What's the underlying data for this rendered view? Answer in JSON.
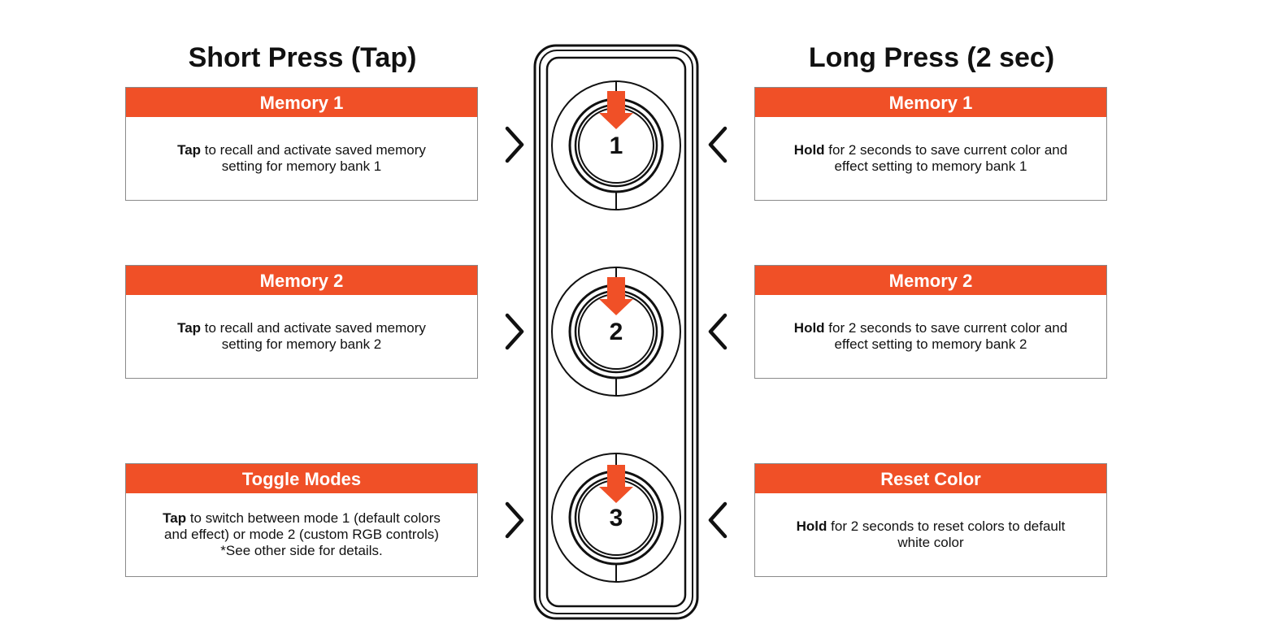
{
  "titles": {
    "short_press": "Short Press (Tap)",
    "long_press": "Long Press (2 sec)"
  },
  "short_press": [
    {
      "header": "Memory 1",
      "bold": "Tap",
      "rest": " to recall and activate saved memory",
      "line2": "setting for memory bank 1",
      "line3": ""
    },
    {
      "header": "Memory 2",
      "bold": "Tap",
      "rest": " to recall and activate saved memory",
      "line2": "setting for memory bank 2",
      "line3": ""
    },
    {
      "header": "Toggle Modes",
      "bold": "Tap",
      "rest": " to switch between mode 1 (default colors",
      "line2": "and effect) or mode 2 (custom RGB controls)",
      "line3": "*See other side for details."
    }
  ],
  "long_press": [
    {
      "header": "Memory 1",
      "bold": "Hold",
      "rest": " for 2 seconds to save current color and",
      "line2": "effect setting to memory bank 1"
    },
    {
      "header": "Memory 2",
      "bold": "Hold",
      "rest": " for 2 seconds to save current color and",
      "line2": "effect setting to memory bank 2"
    },
    {
      "header": "Reset Color",
      "bold": "Hold",
      "rest": " for 2 seconds to reset colors to default",
      "line2": "white color"
    }
  ],
  "buttons": [
    "1",
    "2",
    "3"
  ],
  "colors": {
    "accent": "#f05027",
    "outline": "#111111",
    "border": "#8a8a8a"
  }
}
